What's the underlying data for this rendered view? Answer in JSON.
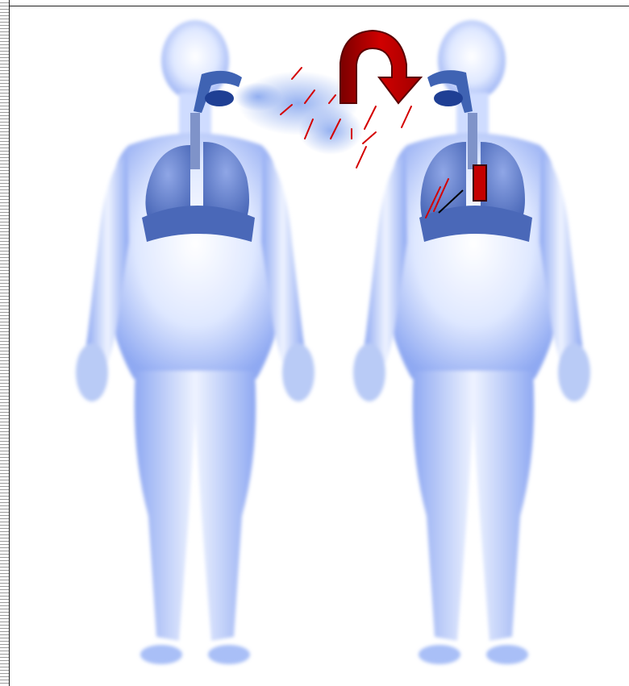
{
  "figure": {
    "kind": "illustration",
    "subjects": [
      "left-person",
      "right-person"
    ],
    "colors": {
      "body_light": "#dfe8ff",
      "body_mid": "#a9bff7",
      "body_edge": "#7f9ff0",
      "lung": "#6f8fd8",
      "lung_dark": "#4a68b8",
      "airway": "#3f63b3",
      "aerosol": "#8aa9ef",
      "arrow_red": "#c40000",
      "arrow_dark": "#7a0000",
      "stroke_red": "#d40000",
      "stroke_black": "#000000"
    }
  }
}
